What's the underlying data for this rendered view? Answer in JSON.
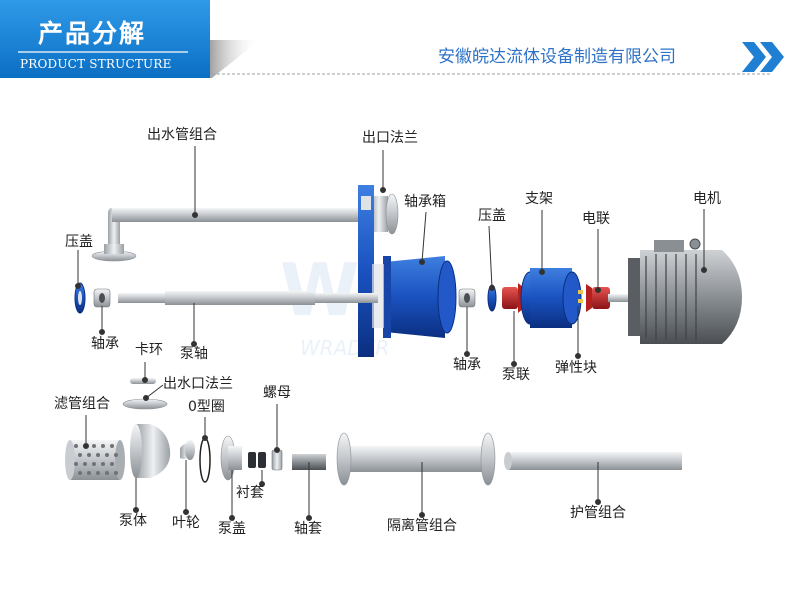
{
  "header": {
    "title_cn": "产品分解",
    "title_en": "PRODUCT STRUCTURE",
    "company": "安徽皖达流体设备制造有限公司"
  },
  "watermark": {
    "text": "WRADER"
  },
  "colors": {
    "brand_blue": "#0f7fd6",
    "accent_red": "#c8262b",
    "steel": "#c9cdd1",
    "text_blue": "#2e73c8"
  },
  "labels": {
    "outlet_pipe_assembly": "出水管组合",
    "outlet_flange": "出口法兰",
    "bearing_box": "轴承箱",
    "gland_top": "压盖",
    "bracket": "支架",
    "coupling_electric": "电联",
    "motor": "电机",
    "gland_left": "压盖",
    "bearing_left": "轴承",
    "pump_shaft": "泵轴",
    "bearing_right": "轴承",
    "pump_coupling": "泵联",
    "elastic_block": "弹性块",
    "snap_ring": "卡环",
    "outlet_port_flange": "出水口法兰",
    "filter_pipe_assembly": "滤管组合",
    "o_ring": "0型圈",
    "nut": "螺母",
    "pump_body": "泵体",
    "impeller": "叶轮",
    "pump_cover": "泵盖",
    "bushing": "衬套",
    "shaft_sleeve": "轴套",
    "isolation_pipe_assembly": "隔离管组合",
    "guard_pipe_assembly": "护管组合"
  }
}
